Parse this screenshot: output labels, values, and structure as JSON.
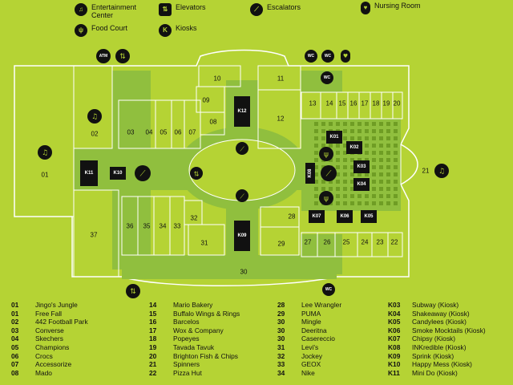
{
  "legend": [
    {
      "icon": "entertainment-center-icon",
      "label": "Entertainment Center",
      "glyph": "♫"
    },
    {
      "icon": "elevators-icon",
      "label": "Elevators",
      "glyph": "⇅"
    },
    {
      "icon": "escalators-icon",
      "label": "Escalators",
      "glyph": "⟋"
    },
    {
      "icon": "nursing-room-icon",
      "label": "Nursing Room",
      "glyph": "♥"
    },
    {
      "icon": "food-court-icon",
      "label": "Food Court",
      "glyph": "ψ"
    },
    {
      "icon": "kiosks-icon",
      "label": "Kiosks",
      "glyph": "K"
    }
  ],
  "map_labels": {
    "u01": "01",
    "u02": "02",
    "u03": "03",
    "u04": "04",
    "u05": "05",
    "u06": "06",
    "u07": "07",
    "u08": "08",
    "u09": "09",
    "u10": "10",
    "u11": "11",
    "u12": "12",
    "u13": "13",
    "u14": "14",
    "u15": "15",
    "u16": "16",
    "u17": "17",
    "u18": "18",
    "u19": "19",
    "u20": "20",
    "u21": "21",
    "u22": "22",
    "u23": "23",
    "u24": "24",
    "u25": "25",
    "u26": "26",
    "u27": "27",
    "u28": "28",
    "u29": "29",
    "u30": "30",
    "u31": "31",
    "u32": "32",
    "u33": "33",
    "u34": "34",
    "u35": "35",
    "u36": "36",
    "u37": "37",
    "k01": "K01",
    "k02": "K02",
    "k03": "K03",
    "k04": "K04",
    "k05": "K05",
    "k06": "K06",
    "k07": "K07",
    "k08": "K08",
    "k09": "K09",
    "k10": "K10",
    "k11": "K11",
    "k12": "K12",
    "atm": "ATM",
    "wc": "WC"
  },
  "stores": {
    "col1": [
      {
        "num": "01",
        "name": "Jingo's Jungle"
      },
      {
        "num": "01",
        "name": "Free Fall"
      },
      {
        "num": "02",
        "name": "442 Football Park"
      },
      {
        "num": "03",
        "name": "Converse"
      },
      {
        "num": "04",
        "name": "Skechers"
      },
      {
        "num": "05",
        "name": "Champions"
      },
      {
        "num": "06",
        "name": "Crocs"
      },
      {
        "num": "07",
        "name": "Accessorize"
      },
      {
        "num": "08",
        "name": "Mado"
      }
    ],
    "col2": [
      {
        "num": "14",
        "name": "Mario Bakery"
      },
      {
        "num": "15",
        "name": "Buffalo Wings & Rings"
      },
      {
        "num": "16",
        "name": "Barcelos"
      },
      {
        "num": "17",
        "name": "Wox & Company"
      },
      {
        "num": "18",
        "name": "Popeyes"
      },
      {
        "num": "19",
        "name": "Tavada Tavuk"
      },
      {
        "num": "20",
        "name": "Brighton Fish & Chips"
      },
      {
        "num": "21",
        "name": "Spinners"
      },
      {
        "num": "22",
        "name": "Pizza Hut"
      }
    ],
    "col3": [
      {
        "num": "28",
        "name": "Lee Wrangler"
      },
      {
        "num": "29",
        "name": "PUMA"
      },
      {
        "num": "30",
        "name": "Mingle"
      },
      {
        "num": "30",
        "name": "Deeritna"
      },
      {
        "num": "30",
        "name": "Casereccio"
      },
      {
        "num": "31",
        "name": "Levi's"
      },
      {
        "num": "32",
        "name": "Jockey"
      },
      {
        "num": "33",
        "name": "GEOX"
      },
      {
        "num": "34",
        "name": "Nike"
      }
    ],
    "col4": [
      {
        "num": "K03",
        "name": "Subway (Kiosk)"
      },
      {
        "num": "K04",
        "name": "Shakeaway (Kiosk)"
      },
      {
        "num": "K05",
        "name": "Candylees (Kiosk)"
      },
      {
        "num": "K06",
        "name": "Smoke Mocktails (Kiosk)"
      },
      {
        "num": "K07",
        "name": "Chipsy (Kiosk)"
      },
      {
        "num": "K08",
        "name": "INKredible (Kiosk)"
      },
      {
        "num": "K09",
        "name": "Sprink (Kiosk)"
      },
      {
        "num": "K10",
        "name": "Happy Mess (Kiosk)"
      },
      {
        "num": "K11",
        "name": "Mini Do (Kiosk)"
      }
    ]
  },
  "colors": {
    "background": "#b5d334",
    "corridor": "#90bf3e",
    "kiosk": "#111111",
    "unit_line": "#ffffff"
  }
}
